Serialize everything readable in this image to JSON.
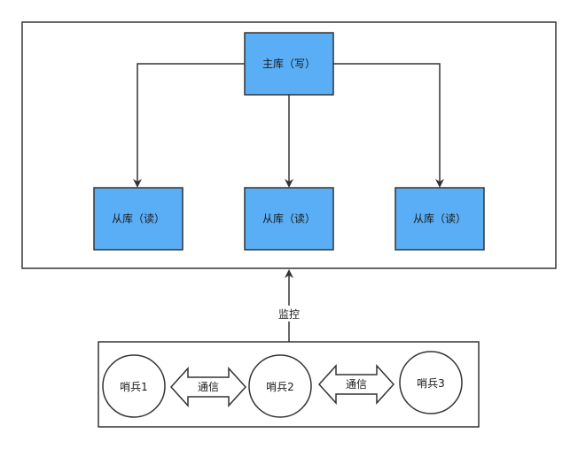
{
  "master": {
    "label": "主库（写）"
  },
  "slaves": [
    {
      "label": "从库（读）"
    },
    {
      "label": "从库（读）"
    },
    {
      "label": "从库（读）"
    }
  ],
  "monitor_label": "监控",
  "sentinels": [
    {
      "label": "哨兵1"
    },
    {
      "label": "哨兵2"
    },
    {
      "label": "哨兵3"
    }
  ],
  "comm_labels": [
    "通信",
    "通信"
  ],
  "colors": {
    "node_fill": "#5aaef5",
    "stroke": "#333333",
    "background": "#ffffff"
  }
}
